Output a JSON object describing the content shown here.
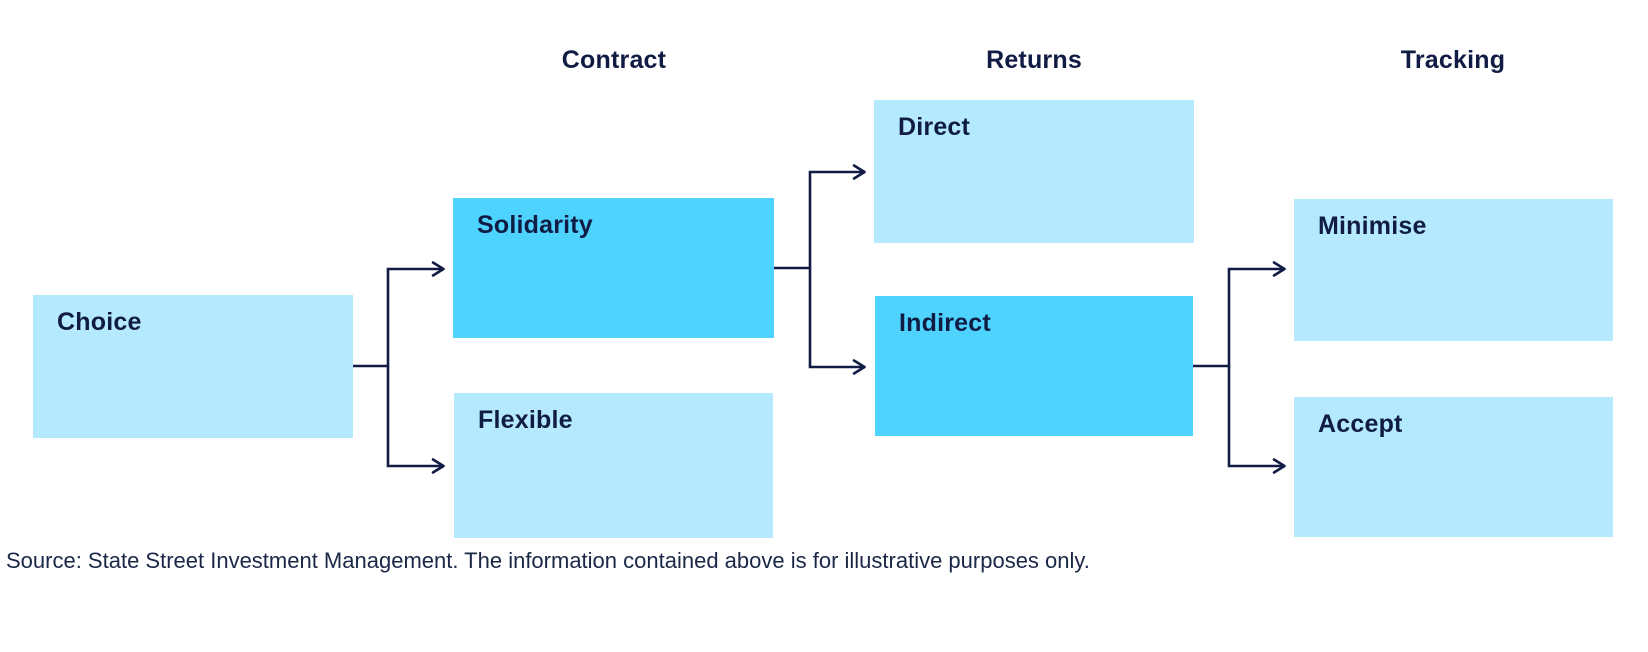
{
  "diagram": {
    "type": "flowchart",
    "direction": "left-to-right",
    "headers": [
      {
        "id": "contract",
        "label": "Contract"
      },
      {
        "id": "returns",
        "label": "Returns"
      },
      {
        "id": "tracking",
        "label": "Tracking"
      }
    ],
    "nodes": [
      {
        "id": "choice",
        "label": "Choice",
        "column": 0,
        "variant": "light"
      },
      {
        "id": "solidarity",
        "label": "Solidarity",
        "column": 1,
        "variant": "accent"
      },
      {
        "id": "flexible",
        "label": "Flexible",
        "column": 1,
        "variant": "light"
      },
      {
        "id": "direct",
        "label": "Direct",
        "column": 2,
        "variant": "light"
      },
      {
        "id": "indirect",
        "label": "Indirect",
        "column": 2,
        "variant": "accent"
      },
      {
        "id": "minimise",
        "label": "Minimise",
        "column": 3,
        "variant": "light"
      },
      {
        "id": "accept",
        "label": "Accept",
        "column": 3,
        "variant": "light"
      }
    ],
    "edges": [
      {
        "from": "choice",
        "to": "solidarity"
      },
      {
        "from": "choice",
        "to": "flexible"
      },
      {
        "from": "solidarity",
        "to": "direct"
      },
      {
        "from": "solidarity",
        "to": "indirect"
      },
      {
        "from": "indirect",
        "to": "minimise"
      },
      {
        "from": "indirect",
        "to": "accept"
      }
    ],
    "colors": {
      "box_light": "#B5EAFE",
      "box_accent": "#4DD3FE",
      "text": "#111C45",
      "line": "#111C45",
      "background": "#FFFFFF"
    }
  },
  "footer": {
    "source_text": "Source: State Street Investment Management. The information contained above is for illustrative purposes only."
  }
}
